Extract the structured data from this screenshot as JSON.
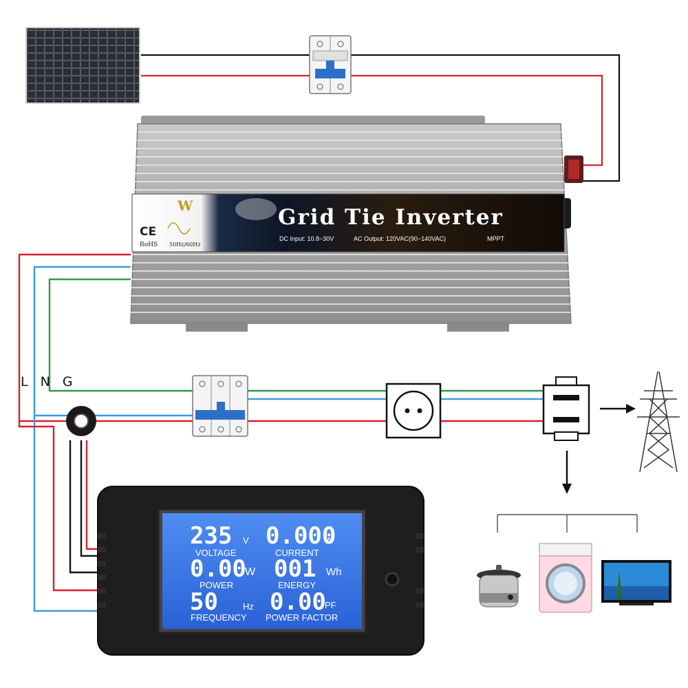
{
  "inverter": {
    "title": "Grid Tie Inverter",
    "dc_input": "DC Input: 10.8~30V",
    "ac_output": "AC Output: 120VAC(90~140VAC)",
    "mppt": "MPPT",
    "ce": "CE",
    "rohs": "RoHS",
    "freq": "50Hz/60Hz",
    "logo_letter": "W"
  },
  "wire_labels": "L N G",
  "meter": {
    "voltage_value": "235",
    "voltage_unit": "V",
    "voltage_caption": "VOLTAGE",
    "current_value": "0.000",
    "current_unit": "A",
    "current_caption": "CURRENT",
    "power_value": "0.00",
    "power_unit": "W",
    "power_caption": "POWER",
    "energy_value": "001",
    "energy_unit": "Wh",
    "energy_caption": "ENERGY",
    "freq_value": "50",
    "freq_unit": "Hz",
    "freq_caption": "FREQUENCY",
    "pf_value": "0.00",
    "pf_unit": "PF",
    "pf_caption": "POWER FACTOR"
  },
  "colors": {
    "line": "#d8202a",
    "neutral": "#3b9ae0",
    "ground": "#2e9a4a",
    "dc_negative": "#111111",
    "lcd": "#2f6fe0"
  }
}
